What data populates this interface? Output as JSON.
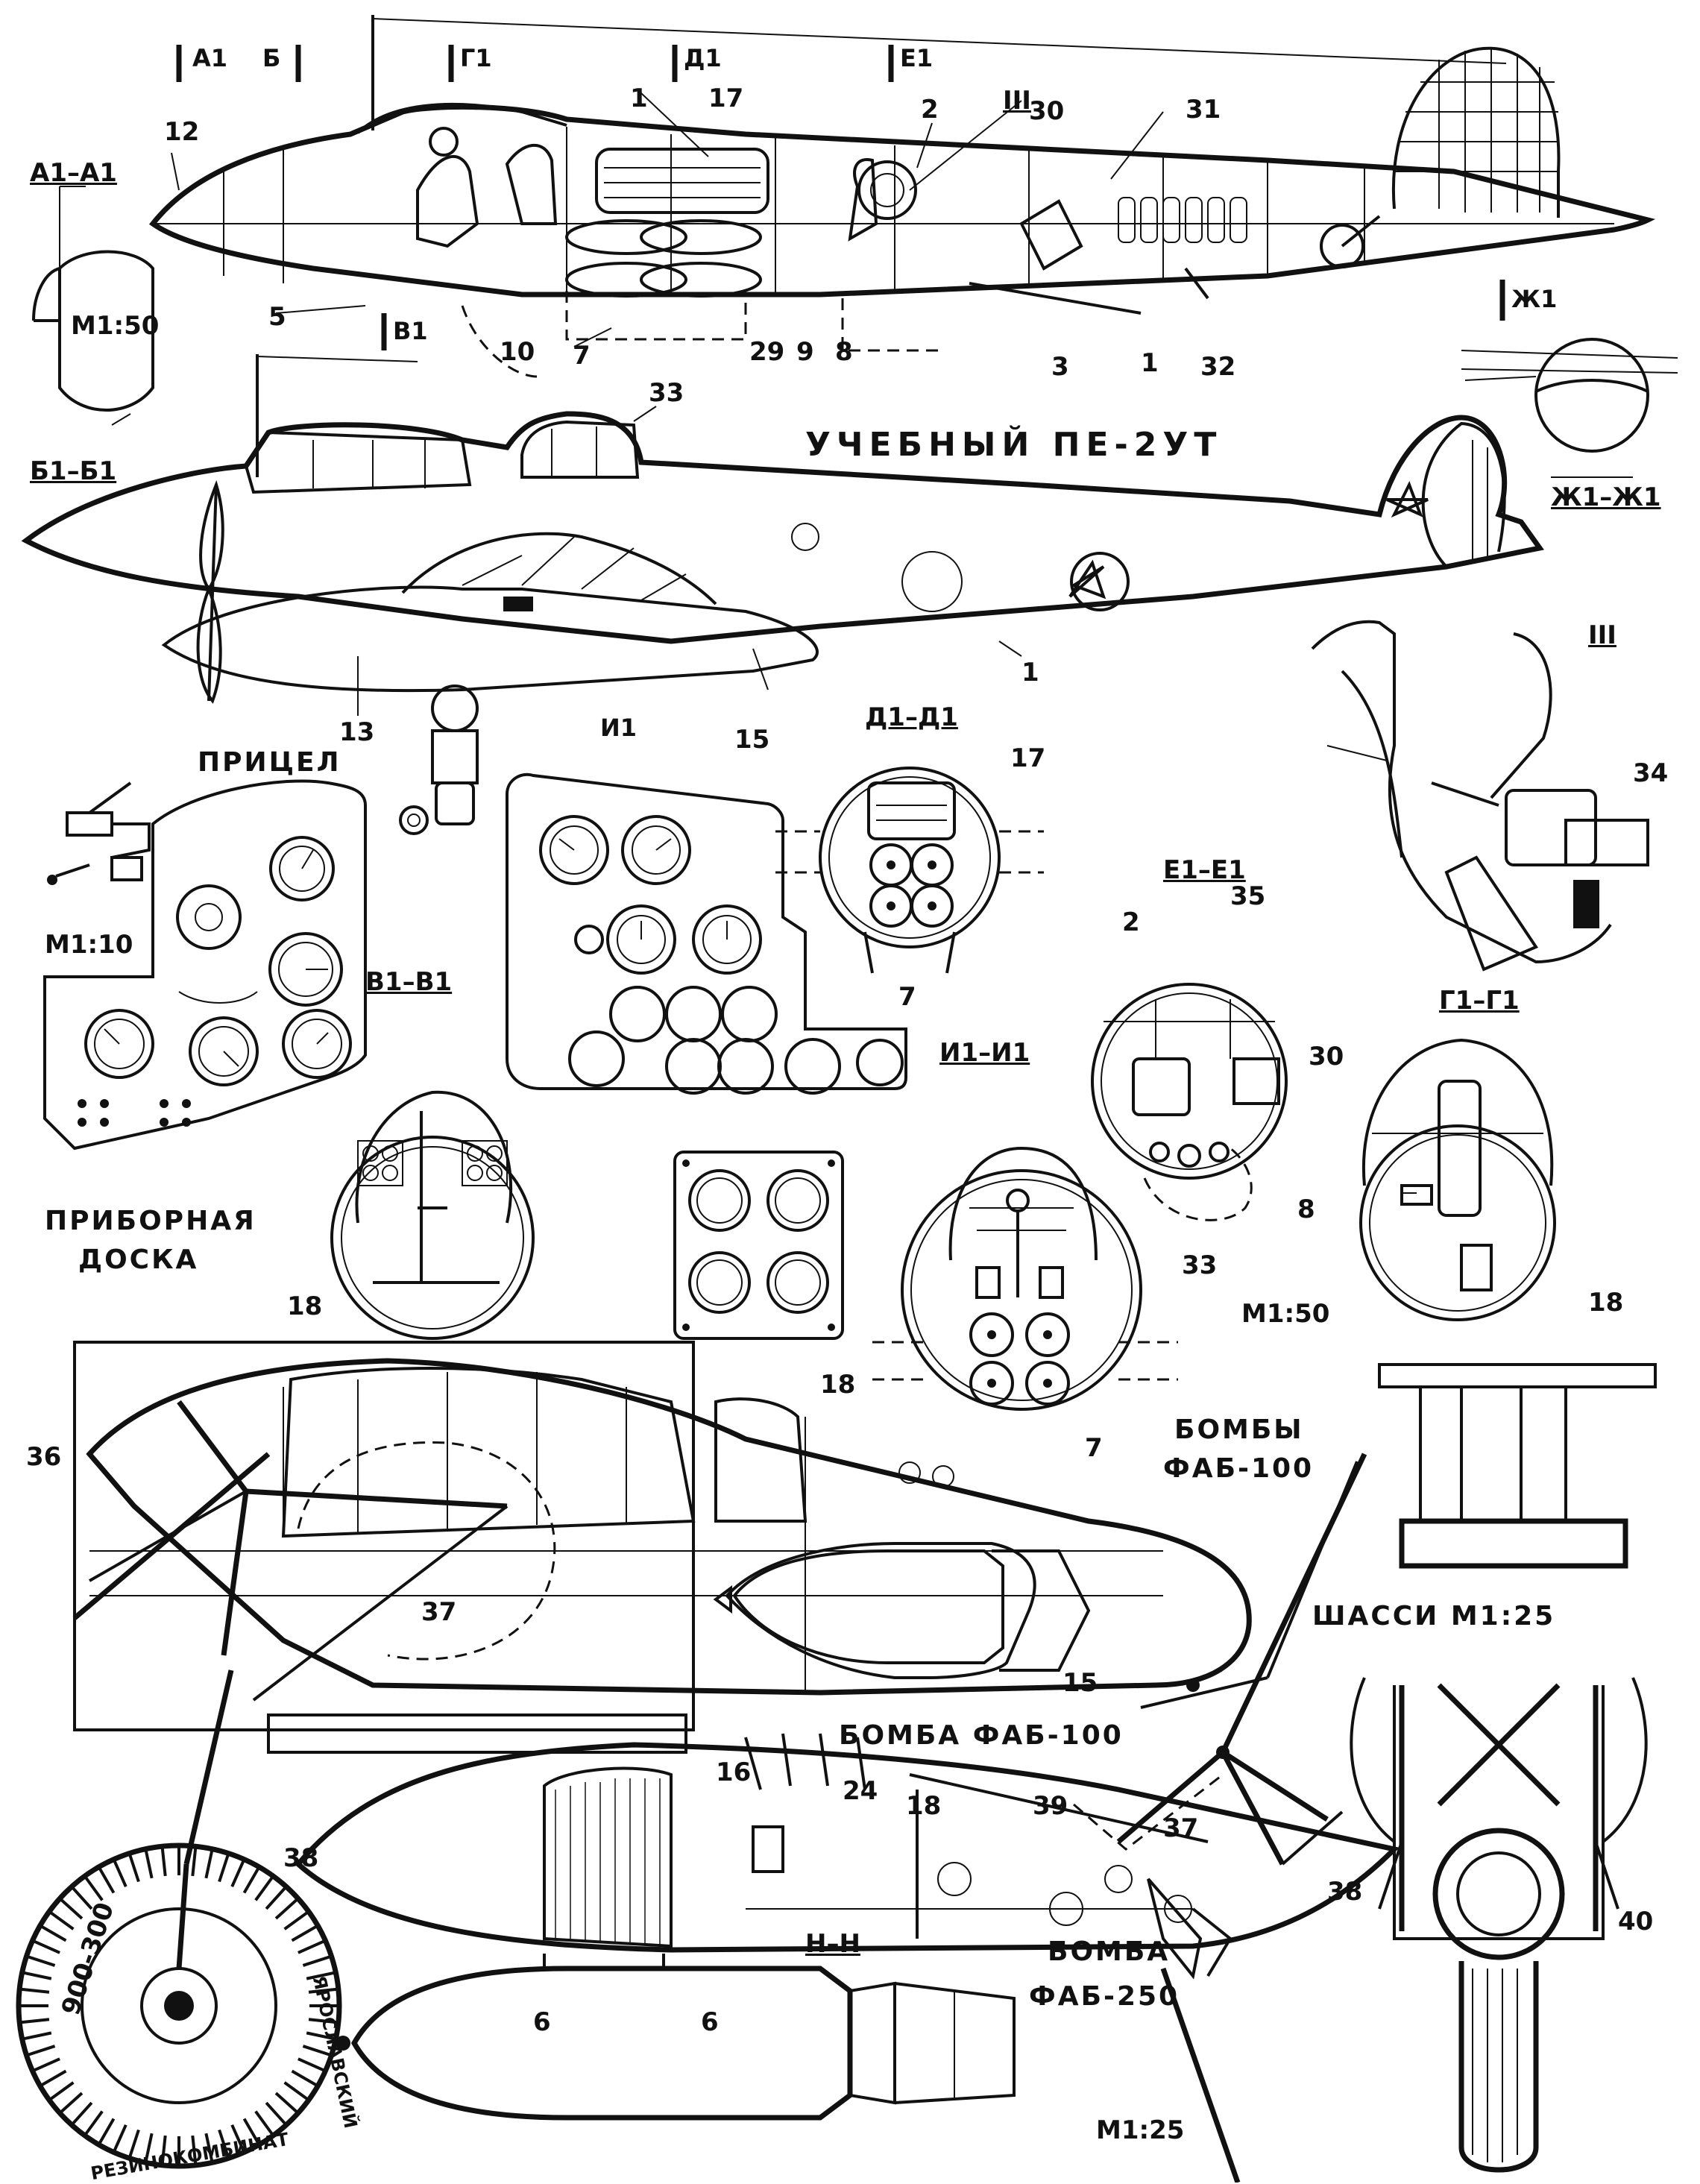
{
  "title": "УЧЕБНЫЙ ПЕ-2УТ",
  "captions": {
    "sight": "ПРИЦЕЛ",
    "panel_line1": "ПРИБОРНАЯ",
    "panel_line2": "ДОСКА",
    "bombs_line1": "БОМБЫ",
    "bombs_line2": "ФАБ-100",
    "bomb_fab100": "БОМБА ФАБ-100",
    "bomb_line1": "БОМБА",
    "bomb_line2": "ФАБ-250",
    "gear": "ШАССИ М1:25"
  },
  "scales": {
    "s1": "М1:50",
    "s2": "М1:10",
    "s3": "М1:50",
    "s4": "М1:25"
  },
  "section_views": [
    "А1–А1",
    "Б1–Б1",
    "В1–В1",
    "Г1–Г1",
    "Д1–Д1",
    "Е1–Е1",
    "Ж1–Ж1",
    "И1–И1",
    "Н–Н",
    "III"
  ],
  "cut_marks": [
    "А1",
    "Б",
    "Г1",
    "Д1",
    "Е1",
    "В1",
    "Ж1",
    "И1"
  ],
  "tire_text": {
    "size": "900-300",
    "maker": "ЯРОСЛАВСКИЙ",
    "plant": "РЕЗИНОКОМБИНАТ"
  },
  "callouts": [
    "12",
    "1",
    "17",
    "2",
    "III",
    "30",
    "31",
    "5",
    "10",
    "7",
    "29",
    "9",
    "8",
    "3",
    "1",
    "32",
    "33",
    "1",
    "13",
    "15",
    "17",
    "7",
    "2",
    "35",
    "30",
    "8",
    "33",
    "7",
    "18",
    "18",
    "36",
    "37",
    "15",
    "16",
    "24",
    "18",
    "39",
    "38",
    "6",
    "6",
    "37",
    "38",
    "40",
    "18",
    "34"
  ],
  "colors": {
    "ink": "#111111",
    "paper": "#ffffff"
  }
}
